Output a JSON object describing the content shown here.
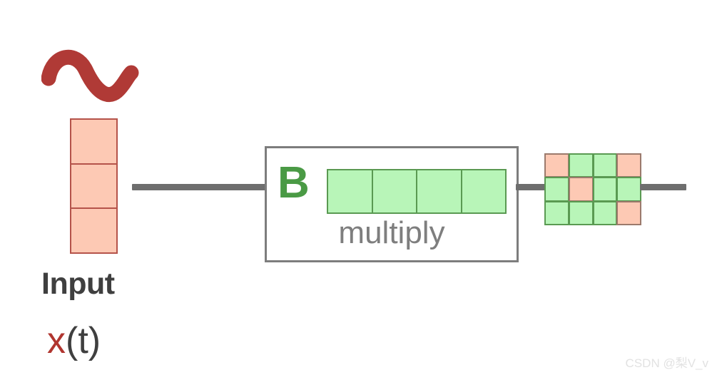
{
  "diagram": {
    "title": "multiply",
    "icons": {
      "sine_wave": "sine-wave-icon"
    },
    "input": {
      "label": "Input",
      "formula_var": "x",
      "formula_rest": "(t)",
      "cells": 3,
      "cell_color": "#FDC9B4",
      "cell_border": "#B5534A"
    },
    "block": {
      "matrix_letter": "B",
      "letter_color": "#4A9A45",
      "caption": "multiply",
      "caption_color": "#7E7E7E",
      "border_color": "#7D7D7D",
      "row_cells": 4,
      "row_cell_color": "#B8F5B8",
      "row_cell_border": "#5A9A52"
    },
    "output": {
      "rows": 3,
      "cols": 4,
      "green_color": "#B8F5B8",
      "pink_color": "#FDC9B4",
      "pattern": [
        [
          "pink",
          "green",
          "green",
          "pink"
        ],
        [
          "green",
          "pink",
          "green",
          "green"
        ],
        [
          "green",
          "green",
          "green",
          "pink"
        ]
      ]
    },
    "wires": {
      "color": "#6E6E6E"
    },
    "accent_colors": {
      "sine_red": "#B03A36",
      "text_dark": "#3F3F3F",
      "formula_red": "#B0352F"
    }
  },
  "watermark": {
    "text": "CSDN @梨V_v"
  }
}
